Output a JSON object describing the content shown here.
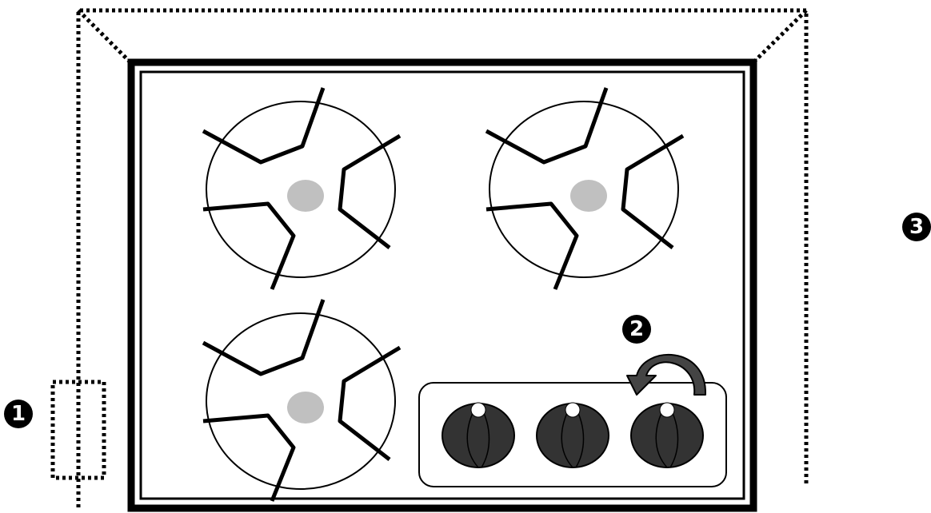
{
  "callouts": {
    "one": "1",
    "two": "2",
    "three": "3"
  },
  "colors": {
    "outline": "#000000",
    "burner_cap": "#c0c0c0",
    "knob": "#333333",
    "knob_indicator": "#ffffff",
    "arrow": "#444444"
  },
  "icons": {
    "stovetop": "cooktop-icon",
    "burner": "burner-icon",
    "knob": "knob-icon",
    "rotate_arrow": "curved-arrow-icon"
  }
}
